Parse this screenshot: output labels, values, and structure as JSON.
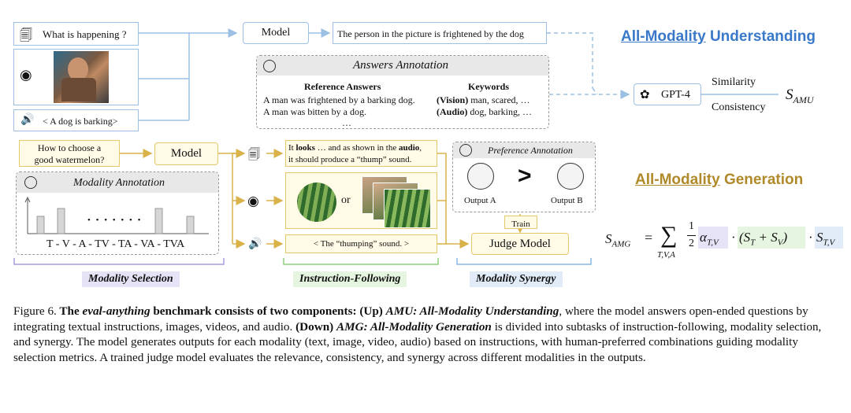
{
  "amu": {
    "question": "What is happening ?",
    "audio_text": "< A dog is barking>",
    "model_label": "Model",
    "output_text": "The person in the picture is frightened by the dog",
    "section_title_u": "All-Modality",
    "section_title_rest": " Understanding",
    "annotation_title": "Answers Annotation",
    "ref_header": "Reference Answers",
    "ref_1": "A man was frightened by a barking dog.",
    "ref_2": "A man was bitten by a dog.",
    "ref_ellipsis": "…",
    "kw_header": "Keywords",
    "kw_1_tag": "(Vision)",
    "kw_1_rest": " man, scared, …",
    "kw_2_tag": "(Audio)",
    "kw_2_rest": " dog, barking, …",
    "gpt_label": "GPT-4",
    "similarity": "Similarity",
    "consistency": "Consistency",
    "score_S": "S",
    "score_sub": "AMU"
  },
  "amg": {
    "question_line1": "How to choose a",
    "question_line2": "good watermelon?",
    "model_label": "Model",
    "text_out_1a": "It ",
    "text_out_1b": "looks",
    "text_out_1c": " … and as shown in the ",
    "text_out_1d": "audio",
    "text_out_1e": ",",
    "text_out_2": "it should produce a “thump” sound.",
    "or_label": "or",
    "audio_out": "< The “thumping” sound. >",
    "modality_annotation_title": "Modality Annotation",
    "dots": "• • • •   • • •",
    "axis_labels": "T - V - A - TV - TA - VA - TVA",
    "preference_title": "Preference Annotation",
    "output_a": "Output A",
    "output_b": "Output B",
    "gt": ">",
    "train": "Train",
    "judge_model": "Judge Model",
    "section_title_u": "All-Modality",
    "section_title_rest": " Generation",
    "formula": {
      "S": "S",
      "S_sub": "AMG",
      "eq": "=",
      "sum": "∑",
      "sum_sub": "T,V,A",
      "frac_num": "1",
      "frac_den": "2",
      "alpha": "α",
      "alpha_sub": "T,V",
      "dot1": "·",
      "paren": "(S",
      "ST_sub": "T",
      "plus": " + S",
      "SV_sub": "V",
      "close": ")",
      "dot2": "·",
      "S2": "S",
      "S2_sub": "T,V"
    },
    "label_modality_selection": "Modality Selection",
    "label_instruction_following": "Instruction-Following",
    "label_modality_synergy": "Modality Synergy"
  },
  "caption": {
    "fig": "Figure 6.",
    "bold_1": " The ",
    "bold_ital": "eval-anything",
    "bold_2": " benchmark consists of two components:",
    "up": " (Up) ",
    "amu_name": "AMU: All-Modality Understanding",
    "text_1": ", where the model answers open-ended questions by integrating textual instructions, images, videos, and audio.",
    "down": " (Down) ",
    "amg_name": "AMG: All-Modality Generation",
    "text_2": " is divided into subtasks of instruction-following, modality selection, and synergy. The model generates outputs for each modality (text, image, video, audio) based on instructions, with human-preferred combinations guiding modality selection metrics. A trained judge model evaluates the relevance, consistency, and synergy across different modalities in the outputs."
  },
  "colors": {
    "blue_line": "#9cc0e4",
    "gold_line": "#e6c86a",
    "purple_label": "#e7e3f7",
    "green_label": "#e5f5df",
    "blue_label": "#e1ecf8"
  }
}
